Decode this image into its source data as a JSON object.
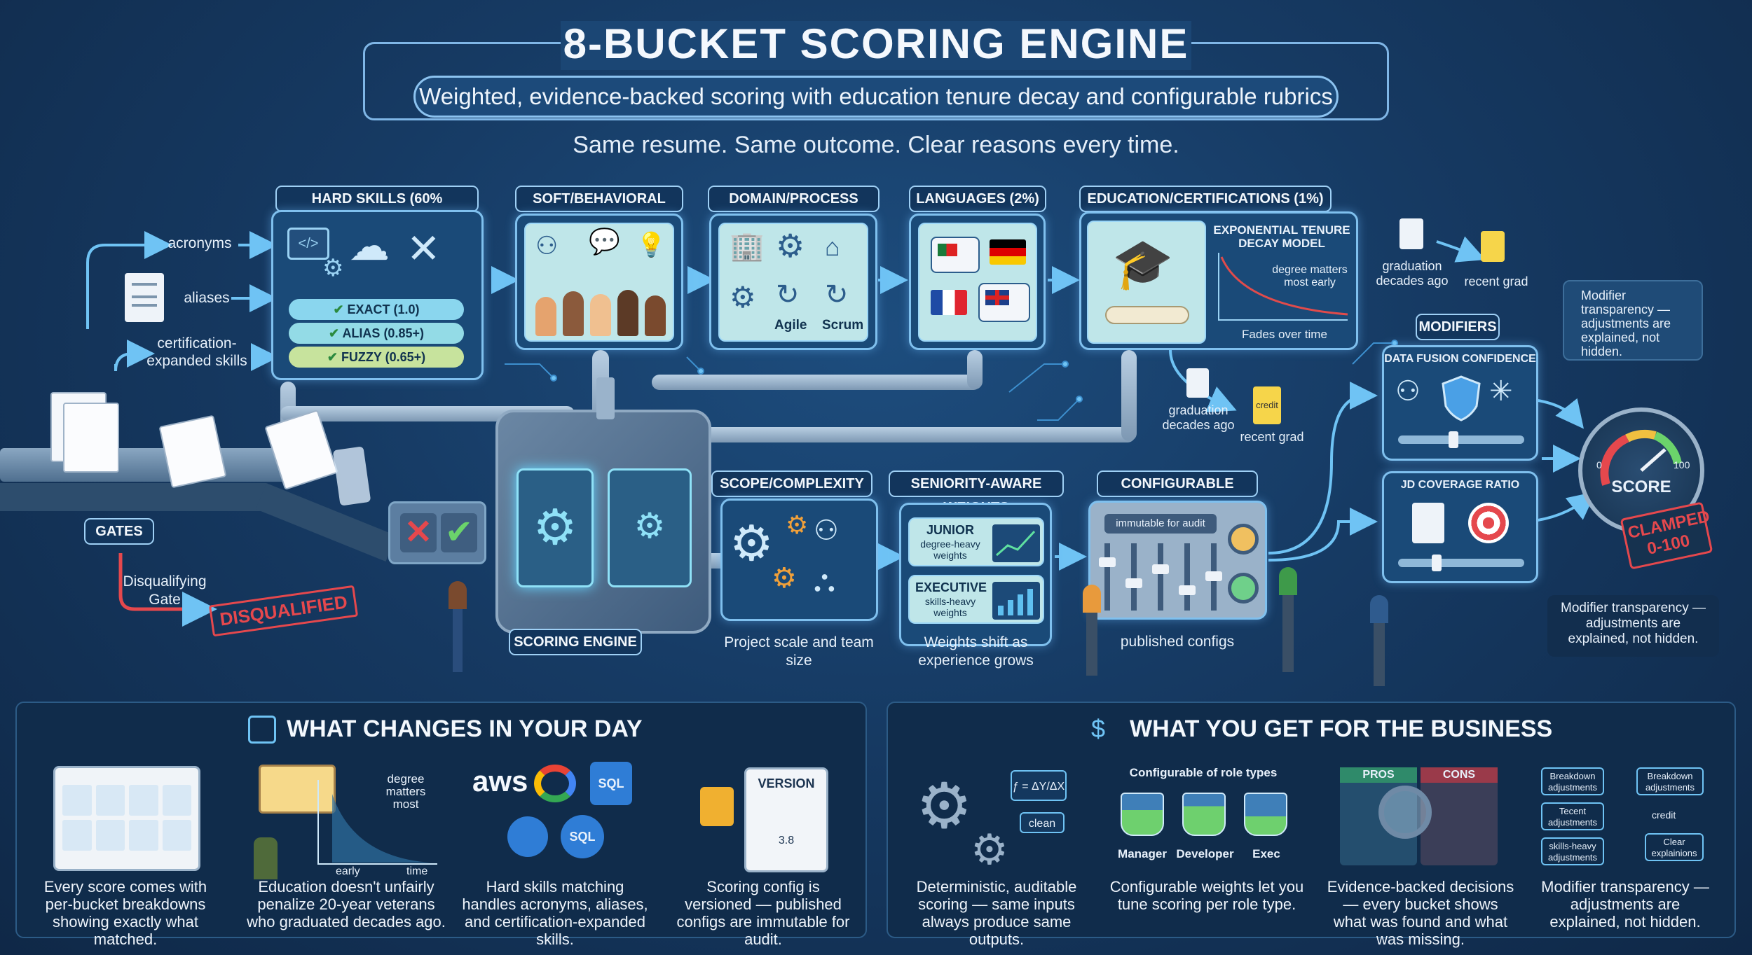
{
  "title": "8-BUCKET SCORING ENGINE",
  "subtitle": "Weighted, evidence-backed scoring with education tenure decay and configurable rubrics",
  "tagline": "Same resume. Same outcome. Clear reasons every time.",
  "inputs": {
    "acronyms": "acronyms",
    "aliases": "aliases",
    "cert": "certification-expanded skills"
  },
  "buckets": {
    "hard": {
      "title": "HARD SKILLS (60% DEFAULT)",
      "exact": "EXACT (1.0)",
      "alias": "ALIAS (0.85+)",
      "fuzzy": "FUZZY (0.65+)"
    },
    "soft": {
      "title": "SOFT/BEHAVIORAL (20%)"
    },
    "domain": {
      "title": "DOMAIN/PROCESS (16%)",
      "agile": "Agile",
      "scrum": "Scrum"
    },
    "languages": {
      "title": "LANGUAGES (2%)"
    },
    "education": {
      "title": "EDUCATION/CERTIFICATIONS (1%)",
      "model_title": "EXPONENTIAL TENURE DECAY MODEL",
      "curve_note": "degree matters most early",
      "fade": "Fades over time"
    },
    "scope": {
      "title": "SCOPE/COMPLEXITY (1%)",
      "caption": "Project scale and team size"
    },
    "seniority": {
      "title": "SENIORITY-AWARE WEIGHTS",
      "junior": "JUNIOR",
      "junior_sub": "degree-heavy weights",
      "exec": "EXECUTIVE",
      "exec_sub": "skills-heavy weights",
      "caption": "Weights shift as experience grows"
    },
    "rubrics": {
      "title": "CONFIGURABLE RUBRICS",
      "immutable": "immutable for audit",
      "caption": "published configs"
    }
  },
  "grad": {
    "a": "graduation decades ago",
    "b": "recent grad",
    "c": "graduation decades ago",
    "d": "recent grad",
    "credit": "credit"
  },
  "engine": "SCORING ENGINE",
  "gates": {
    "label": "GATES",
    "disq_gate": "Disqualifying Gate",
    "stamp": "DISQUALIFIED"
  },
  "modifiers": {
    "title": "MODIFIERS",
    "fusion": "DATA FUSION CONFIDENCE",
    "jd": "JD COVERAGE RATIO"
  },
  "score": {
    "label": "SCORE",
    "min": "0",
    "max": "100",
    "clamp": "CLAMPED 0-100",
    "note_top": "Modifier transparency — adjustments are explained, not hidden.",
    "note_bottom": "Modifier transparency — adjustments are explained, not hidden."
  },
  "day": {
    "title": "WHAT CHANGES IN YOUR DAY",
    "items": [
      {
        "caption": "Every score comes with per-bucket breakdowns showing exactly what matched."
      },
      {
        "caption": "Education doesn't unfairly penalize 20-year veterans who graduated decades ago.",
        "curve": "degree matters most",
        "x1": "early",
        "x2": "time"
      },
      {
        "caption": "Hard skills matching handles acronyms, aliases, and certification-expanded skills.",
        "aws": "aws",
        "sql": "SQL"
      },
      {
        "caption": "Scoring config is versioned — published configs are immutable for audit.",
        "version": "VERSION",
        "num": "3.8"
      }
    ]
  },
  "business": {
    "title": "WHAT YOU GET FOR THE BUSINESS",
    "items": [
      {
        "caption": "Deterministic, auditable scoring — same inputs always produce same outputs.",
        "clean": "clean"
      },
      {
        "caption": "Configurable weights let you tune scoring per role type.",
        "heading": "Configurable of role types",
        "r1": "Manager",
        "r2": "Developer",
        "r3": "Exec"
      },
      {
        "caption": "Evidence-backed decisions — every bucket shows what was found and what was missing.",
        "pros": "PROS",
        "cons": "CONS"
      },
      {
        "caption": "Modifier transparency — adjustments are explained, not hidden.",
        "b1": "Breakdown adjustments",
        "b2": "Breakdown adjustments",
        "b3": "Tecent adjustments",
        "b4": "credit",
        "b5": "skills-heavy adjustments",
        "b6": "Clear explainions"
      }
    ]
  },
  "colors": {
    "accent": "#6fc3f4",
    "red": "#e5484d",
    "green": "#6bd36b"
  }
}
